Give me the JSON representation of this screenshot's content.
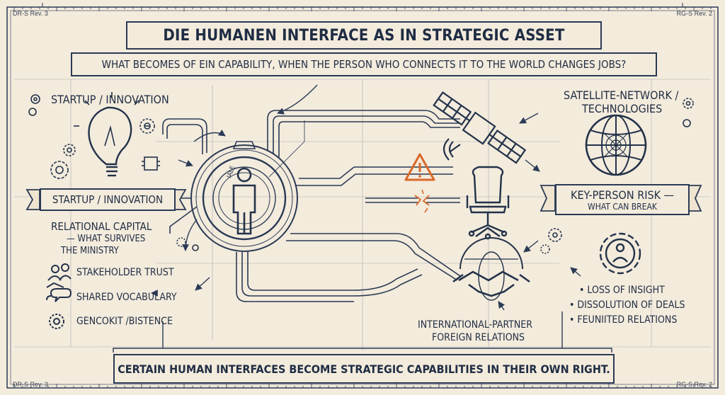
{
  "corners": {
    "top_left": "DR-S Rev. 3",
    "top_right": "RG-S Rev. 2",
    "bottom_left": "DR-S Rev. 3",
    "bottom_right": "RG-S Rev. 2"
  },
  "title": "DIE HUMANEN INTERFACE AS IN STRATEGIC ASSET",
  "subtitle": "WHAT BECOMES OF EIN CAPABILITY, WHEN THE PERSON WHO CONNECTS IT TO THE WORLD CHANGES JOBS?",
  "left": {
    "heading": "STARTUP / INNOVATION",
    "banner": "STARTUP / INNOVATION",
    "relational_title": "RELATIONAL CAPITAL",
    "relational_sub1": "— WHAT SURVIVES",
    "relational_sub2": "THE MINISTRY",
    "items": [
      {
        "label": "STAKEHOLDER TRUST",
        "icon": "people-handshake-icon"
      },
      {
        "label": "SHARED VOCABULARY",
        "icon": "speech-bubbles-icon"
      },
      {
        "label": "GENCOKIT /BISTENCE",
        "icon": "gear-icon"
      }
    ]
  },
  "center": {
    "hub_label": "IALE",
    "partner_line1": "INTERNATIONAL-PARTNER",
    "partner_line2": "FOREIGN RELATIONS"
  },
  "right": {
    "heading_line1": "SATELLITE-NETWORK /",
    "heading_line2": "TECHNOLOGIES",
    "risk_line1": "KEY-PERSON RISK —",
    "risk_line2": "WHAT CAN BREAK",
    "bullets": [
      "• LOSS OF INSIGHT",
      "• DISSOLUTION OF DEALS",
      "• FEUNIITED RELATIONS"
    ]
  },
  "footer": "CERTAIN HUMAN INTERFACES BECOME STRATEGIC CAPABILITIES IN THEIR OWN RIGHT.",
  "colors": {
    "ink": "#2b3a55",
    "paper": "#f3ebdc",
    "warning": "#d9692a"
  }
}
